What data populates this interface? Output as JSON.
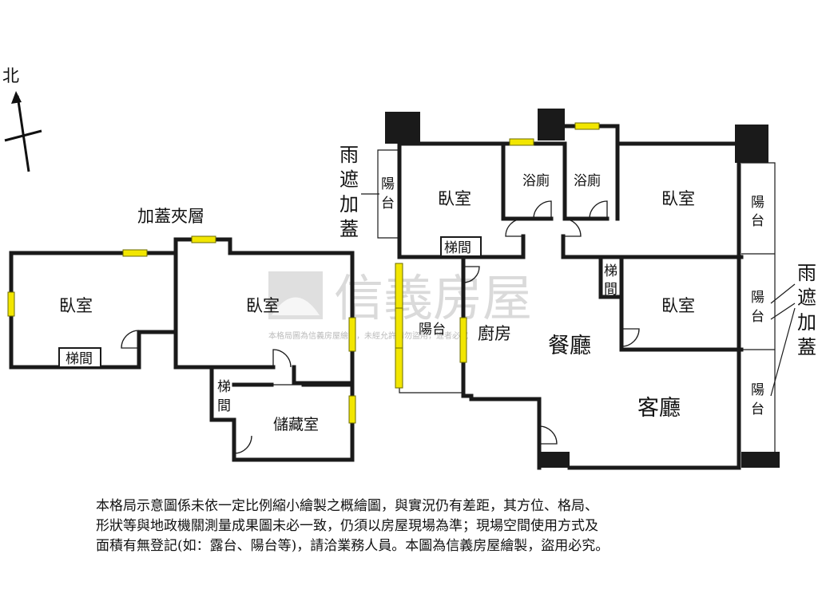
{
  "compass": {
    "label": "北"
  },
  "mezzanine": {
    "title": "加蓋夾層",
    "bedroom_left": "臥室",
    "bedroom_right": "臥室",
    "stair_left": "梯間",
    "stair_vertical": "梯間",
    "storage": "儲藏室"
  },
  "main_floor": {
    "rain_shelter_left": "雨遮加蓋",
    "balcony_top_left": "陽台",
    "bedroom_top_left": "臥室",
    "bath_1": "浴廁",
    "bath_2": "浴廁",
    "bedroom_top_right": "臥室",
    "stair_center": "梯間",
    "stair_right": "梯間",
    "balcony_right_top": "陽台",
    "balcony_right_mid": "陽台",
    "balcony_right_bottom": "陽台",
    "rain_shelter_right": "雨遮加蓋",
    "balcony_kitchen": "陽台",
    "kitchen": "廚房",
    "dining": "餐廳",
    "bedroom_mid_right": "臥室",
    "living": "客廳"
  },
  "watermark": {
    "brand": "信義房屋",
    "sub": "本格局圖為信義房屋繪製，未經允許請勿盜用，違者必究"
  },
  "disclaimer": [
    "本格局示意圖係未依一定比例縮小繪製之概繪圖，與實況仍有差距，其方位、格局、",
    "形狀等與地政機關測量成果圖未必一致，仍須以房屋現場為準；現場空間使用方式及",
    "面積有無登記(如：露台、陽台等)，請洽業務人員。本圖為信義房屋繪製，盜用必究。"
  ]
}
